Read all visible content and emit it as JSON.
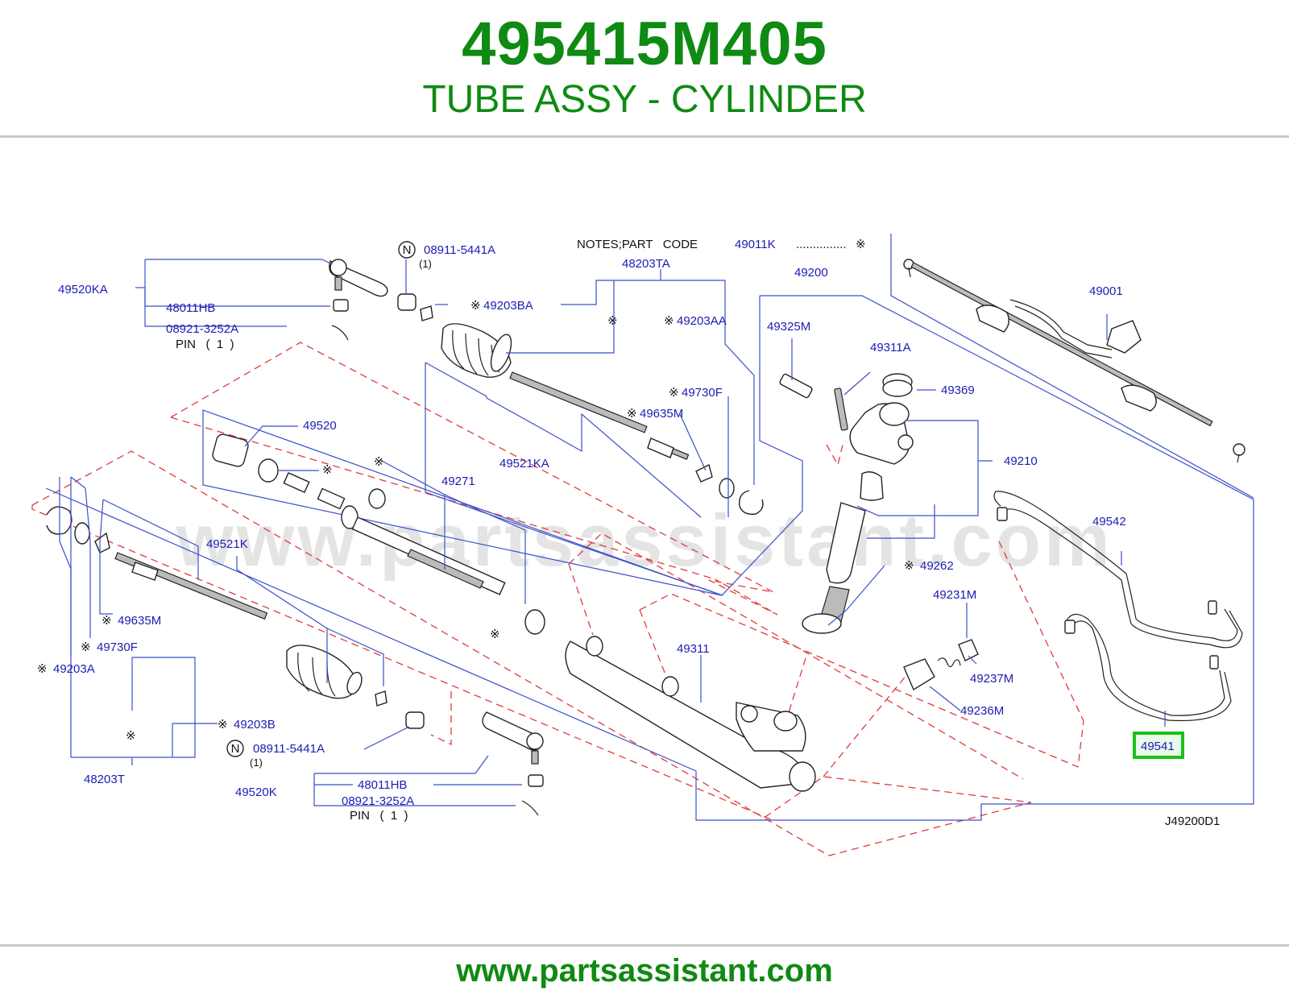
{
  "header": {
    "part_number": "495415M405",
    "part_name": "TUBE ASSY - CYLINDER"
  },
  "diagram": {
    "watermark": "www.partsassistant.com",
    "notes": "NOTES;PART   CODE",
    "notes_code": "49011K",
    "notes_dots": "...............",
    "symbol": "※",
    "drawing_code": "J49200D1",
    "highlighted_part": "49541",
    "colors": {
      "label": "#1c1cb4",
      "leader": "#3a50c8",
      "dashed": "#e43a3a",
      "highlight": "#19c219",
      "brand": "#0f8a12"
    },
    "labels": {
      "p49520KA": "49520KA",
      "p48011HB_top": "48011HB",
      "p08921_top": "08921-3252A",
      "pin_top": "PIN   (  1  )",
      "n_top": "N",
      "p08911_top": "08911-5441A",
      "p08911_top_qty": "(1)",
      "p49203BA": "49203BA",
      "p48203TA": "48203TA",
      "p49203AA": "49203AA",
      "p49730F_top": "49730F",
      "p49635M_top": "49635M",
      "p49521KA": "49521KA",
      "p49520": "49520",
      "p49271": "49271",
      "p49200": "49200",
      "p49325M": "49325M",
      "p49311A": "49311A",
      "p49369": "49369",
      "p49210": "49210",
      "p49001": "49001",
      "p49542": "49542",
      "p49262": "49262",
      "p49231M": "49231M",
      "p49237M": "49237M",
      "p49236M": "49236M",
      "p49311": "49311",
      "p49541": "49541",
      "p49521K": "49521K",
      "p49635M_left": "49635M",
      "p49730F_left": "49730F",
      "p49203A": "49203A",
      "p48203T": "48203T",
      "p49203B": "49203B",
      "n_bottom": "N",
      "p08911_bottom": "08911-5441A",
      "p08911_bottom_qty": "(1)",
      "p49520K": "49520K",
      "p48011HB_bottom": "48011HB",
      "p08921_bottom": "08921-3252A",
      "pin_bottom": "PIN   (  1  )"
    }
  },
  "footer": {
    "url": "www.partsassistant.com"
  }
}
